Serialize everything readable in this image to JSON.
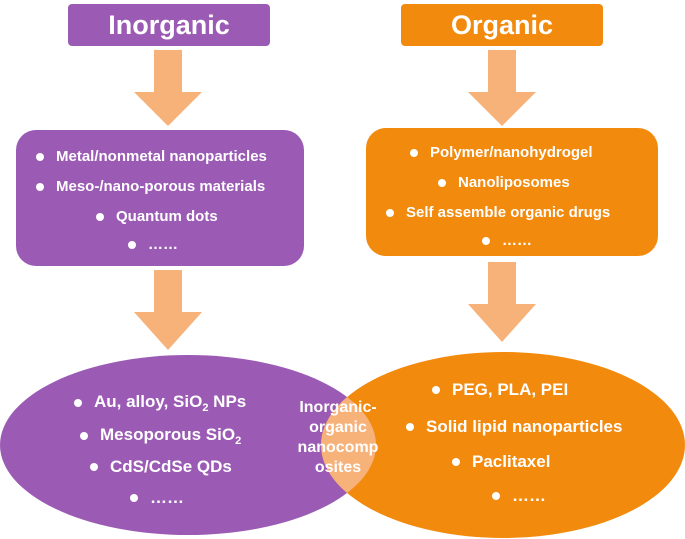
{
  "headers": {
    "inorganic": "Inorganic",
    "organic": "Organic"
  },
  "inorganic_box": {
    "items": [
      "Metal/nonmetal nanoparticles",
      "Meso-/nano-porous materials",
      "Quantum dots",
      "……"
    ]
  },
  "organic_box": {
    "items": [
      "Polymer/nanohydrogel",
      "Nanoliposomes",
      "Self assemble organic drugs",
      "……"
    ]
  },
  "inorganic_ellipse": {
    "item1_pre": "Au, alloy, SiO",
    "item1_sub": "2",
    "item1_post": " NPs",
    "item2_pre": "Mesoporous SiO",
    "item2_sub": "2",
    "item3": "CdS/CdSe QDs",
    "item4": "……"
  },
  "organic_ellipse": {
    "items": [
      "PEG, PLA, PEI",
      "Solid lipid nanoparticles",
      "Paclitaxel",
      "……"
    ]
  },
  "overlap": {
    "lines": [
      "Inorganic-",
      "organic",
      "nanocomp",
      "osites"
    ]
  },
  "colors": {
    "purple": "#9b5bb4",
    "orange": "#f28a0e",
    "arrow": "#f7b27a",
    "overlap": "#f7b27a"
  }
}
